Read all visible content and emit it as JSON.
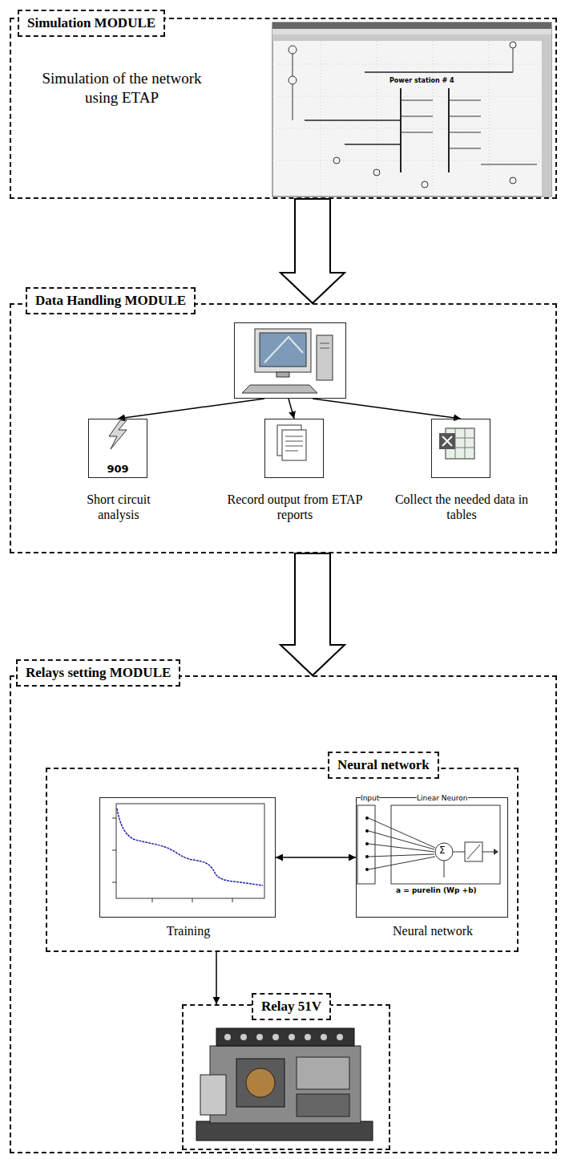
{
  "diagram": {
    "nodes": [
      {
        "text": [
          "Simulation MODULE",
          "Simulation of the network using ETAP"
        ]
      },
      {
        "text": [
          "Data Handling MODULE"
        ]
      },
      {
        "text": [],
        "in": 1
      },
      {
        "text": [
          "909",
          "Short circuit analysis"
        ],
        "in": 1
      },
      {
        "text": [
          "Record output from ETAP reports"
        ],
        "in": 1
      },
      {
        "text": [
          "Collect the needed data in tables"
        ],
        "in": 1
      },
      {
        "text": [
          "Relays setting MODULE"
        ]
      },
      {
        "text": [
          "Neural network"
        ],
        "in": 6
      },
      {
        "text": [
          "Training"
        ],
        "in": 7
      },
      {
        "text": [
          "Neural network"
        ],
        "in": 7
      },
      {
        "text": [
          "Relay 51V"
        ],
        "in": 6
      }
    ],
    "edges": [
      {
        "from": 0,
        "to": 1,
        "arrow": "to"
      },
      {
        "from": 1,
        "to": 6,
        "arrow": "to"
      },
      {
        "from": 2,
        "to": 3,
        "arrow": "to"
      },
      {
        "from": 2,
        "to": 4,
        "arrow": "to"
      },
      {
        "from": 2,
        "to": 5,
        "arrow": "to"
      },
      {
        "from": 8,
        "to": 9,
        "arrow": "both"
      },
      {
        "from": 7,
        "to": 10,
        "arrow": "to"
      }
    ],
    "labels": [
      "Power station # 4",
      "Input",
      "Linear Neuron",
      "Σ",
      "a = purelin (Wp +b)"
    ]
  }
}
